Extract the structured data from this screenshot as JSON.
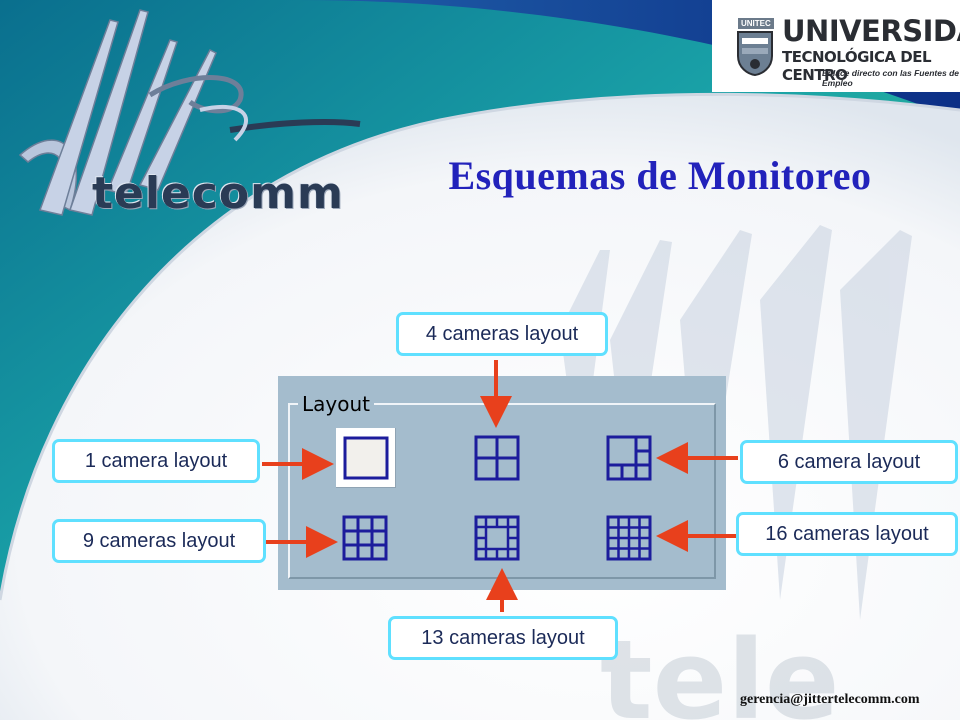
{
  "slide": {
    "title": "Esquemas de Monitoreo",
    "footer_email": "gerencia@jittertelecomm.com"
  },
  "logo": {
    "brand_text": "telecomm",
    "icon": "jitter-telecomm-logo"
  },
  "university_logo": {
    "prefix": "UNITEC",
    "name": "UNIVERSIDAD",
    "subtitle": "TECNOLÓGICA DEL CENTRO",
    "tagline": "Enlace directo con las Fuentes de Empleo",
    "icon": "unitec-shield-logo"
  },
  "layout_panel": {
    "group_label": "Layout",
    "selected": "1 camera",
    "icons": [
      "layout-1-icon",
      "layout-4-icon",
      "layout-6-icon",
      "layout-9-icon",
      "layout-13-icon",
      "layout-16-icon"
    ]
  },
  "callouts": {
    "c1": "1 camera layout",
    "c4": "4 cameras layout",
    "c6": "6 camera layout",
    "c9": "9 cameras layout",
    "c13": "13 cameras layout",
    "c16": "16 cameras layout"
  },
  "colors": {
    "title": "#2222bb",
    "arrow": "#e8401c",
    "callout_border": "#5fe0ff",
    "panel": "#a4bccd",
    "icon_stroke": "#1c1c9c"
  }
}
